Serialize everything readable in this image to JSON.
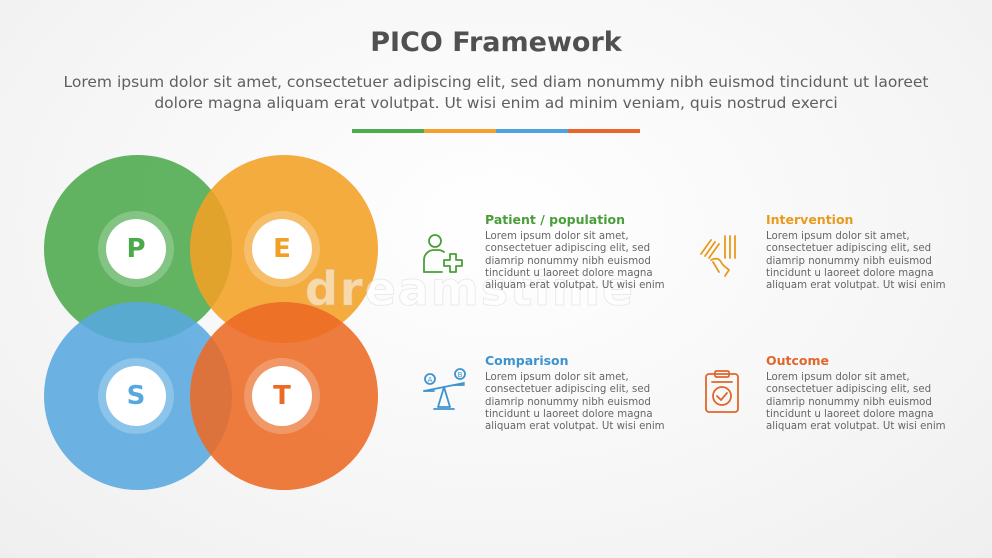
{
  "header": {
    "title": "PICO Framework",
    "subtitle": "Lorem ipsum dolor sit amet, consectetuer adipiscing elit, sed diam nonummy nibh euismod tincidunt ut laoreet dolore magna aliquam erat volutpat. Ut wisi enim ad minim veniam, quis nostrud exerci"
  },
  "divider_colors": [
    "#4daa4d",
    "#f2a22b",
    "#4fa3dc",
    "#e8662a"
  ],
  "circles": [
    {
      "letter": "P",
      "color": "#4caa4c"
    },
    {
      "letter": "E",
      "color": "#f2a024"
    },
    {
      "letter": "S",
      "color": "#58a8e0"
    },
    {
      "letter": "T",
      "color": "#ec6a24"
    }
  ],
  "items": [
    {
      "title": "Patient / population",
      "color": "#4a9e3a",
      "icon": "patient-plus-icon",
      "description": "Lorem ipsum dolor sit amet, consectetuer adipiscing elit, sed diamrip nonummy nibh euismod tincidunt u laoreet dolore magna aliquam erat volutpat. Ut wisi enim"
    },
    {
      "title": "Intervention",
      "color": "#e89a1c",
      "icon": "hand-intervention-icon",
      "description": "Lorem ipsum dolor sit amet, consectetuer adipiscing elit, sed diamrip nonummy nibh euismod tincidunt u laoreet dolore magna aliquam erat volutpat. Ut wisi enim"
    },
    {
      "title": "Comparison",
      "color": "#3d93d0",
      "icon": "balance-scale-icon",
      "description": "Lorem ipsum dolor sit amet, consectetuer adipiscing elit, sed diamrip nonummy nibh euismod tincidunt u laoreet dolore magna aliquam erat volutpat. Ut wisi enim"
    },
    {
      "title": "Outcome",
      "color": "#e0662a",
      "icon": "clipboard-check-icon",
      "description": "Lorem ipsum dolor sit amet, consectetuer adipiscing elit, sed diamrip nonummy nibh euismod tincidunt u laoreet dolore magna aliquam erat volutpat. Ut wisi enim"
    }
  ],
  "watermark": "dreamstime"
}
